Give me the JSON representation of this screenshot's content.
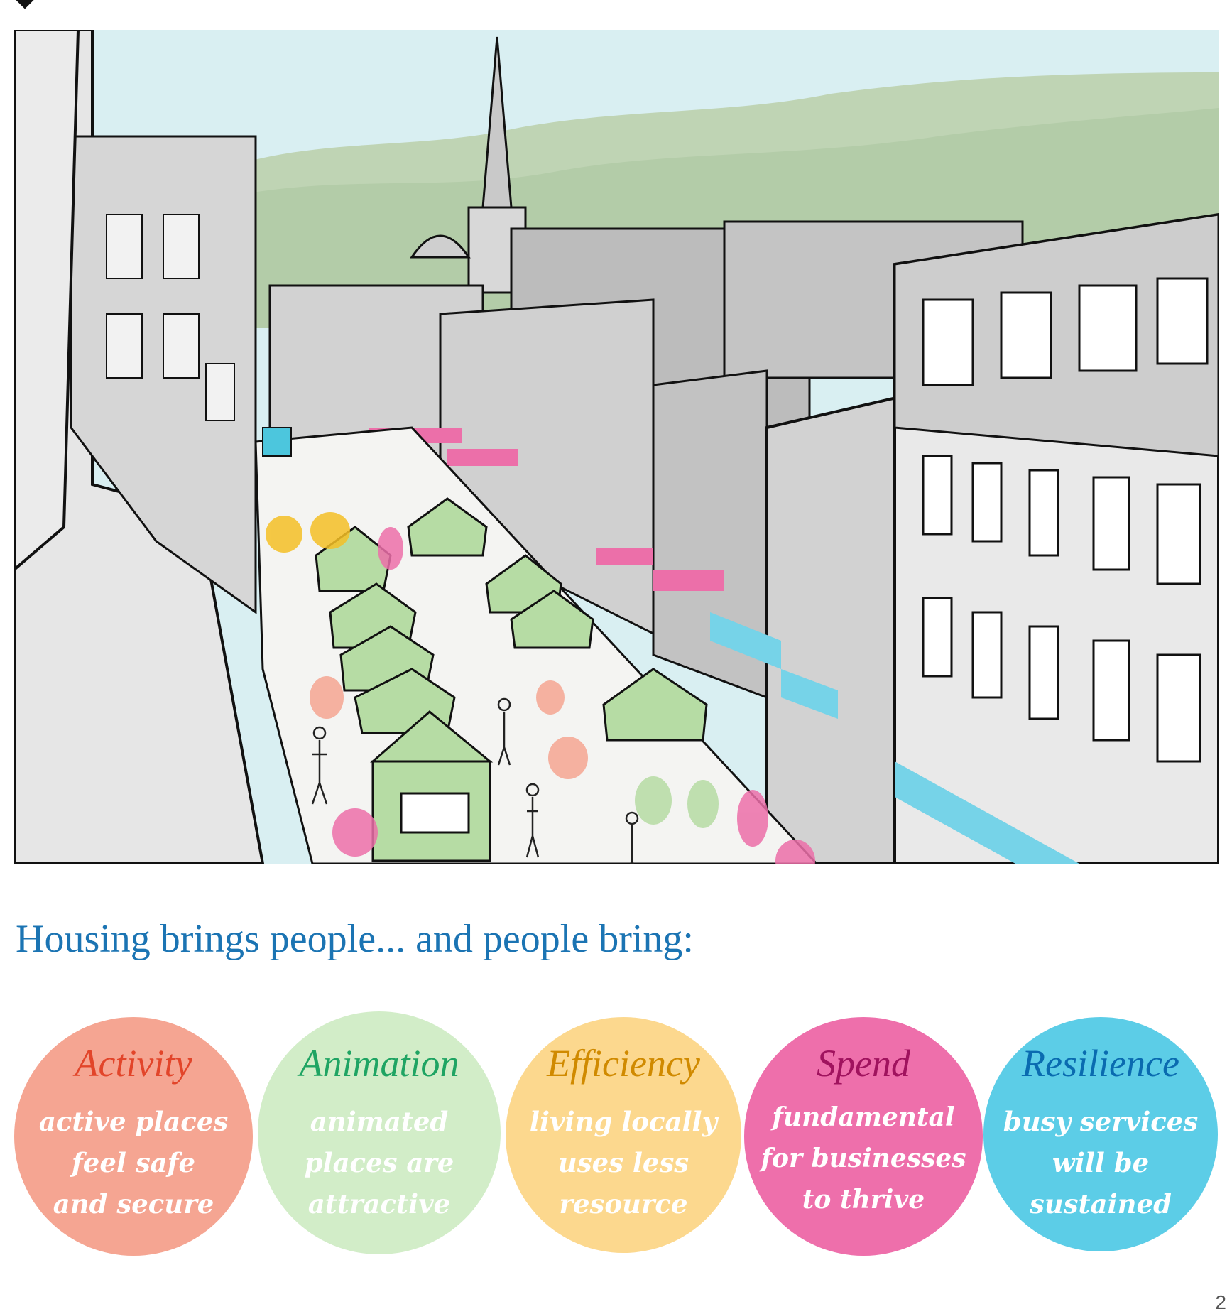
{
  "headline": "Housing brings people... and people bring:",
  "benefits": [
    {
      "title": "Activity",
      "body_lines": [
        "active places",
        "feel safe",
        "and secure"
      ],
      "fill": "#f5a592",
      "title_color": "#e2452a"
    },
    {
      "title": "Animation",
      "body_lines": [
        "animated",
        "places are",
        "attractive"
      ],
      "fill": "#d2edc8",
      "title_color": "#1fa463"
    },
    {
      "title": "Efficiency",
      "body_lines": [
        "living locally",
        "uses less",
        "resource"
      ],
      "fill": "#fcd88e",
      "title_color": "#d08a00"
    },
    {
      "title": "Spend",
      "body_lines": [
        "fundamental",
        "for businesses",
        "to thrive"
      ],
      "fill": "#ee6fab",
      "title_color": "#a0135e"
    },
    {
      "title": "Resilience",
      "body_lines": [
        "busy services",
        "will be",
        "sustained"
      ],
      "fill": "#5ccde7",
      "title_color": "#0a6bb0"
    }
  ],
  "illustration": {
    "sky_color": "#d9eff2",
    "hill_color": "#bfd4b4",
    "stall_color": "#b6dca4",
    "shop_band_pink": "#ec6fa9",
    "shop_band_blue": "#76d3e8"
  },
  "page_number": "2"
}
